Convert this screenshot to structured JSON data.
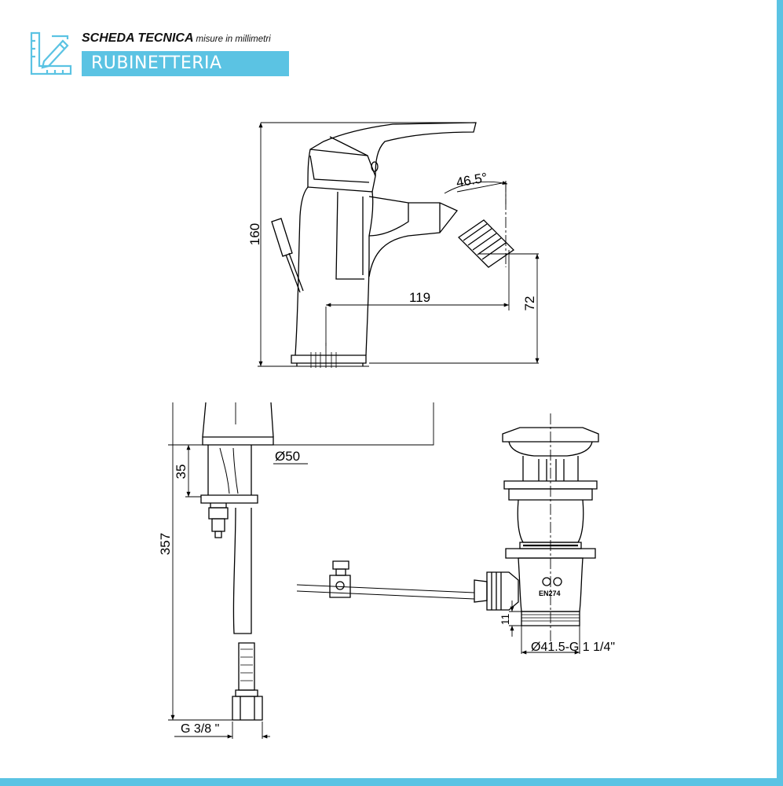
{
  "header": {
    "title": "SCHEDA TECNICA",
    "subtitle": "misure in millimetri",
    "category": "RUBINETTERIA"
  },
  "colors": {
    "accent": "#5bc3e3",
    "ink": "#000000"
  },
  "icons": {
    "logo": "ruler-pencil-icon"
  },
  "dimensions": {
    "height_total": "160",
    "angle": "46.5°",
    "reach": "119",
    "spout_height": "72",
    "base_diameter": "Ø50",
    "base_thickness": "35",
    "hose_length": "357",
    "hose_thread": "G 3/8 \"",
    "waste_dim": "11",
    "waste_thread": "Ø41.5-G 1 1/4\"",
    "standard_mark": "EN274"
  }
}
